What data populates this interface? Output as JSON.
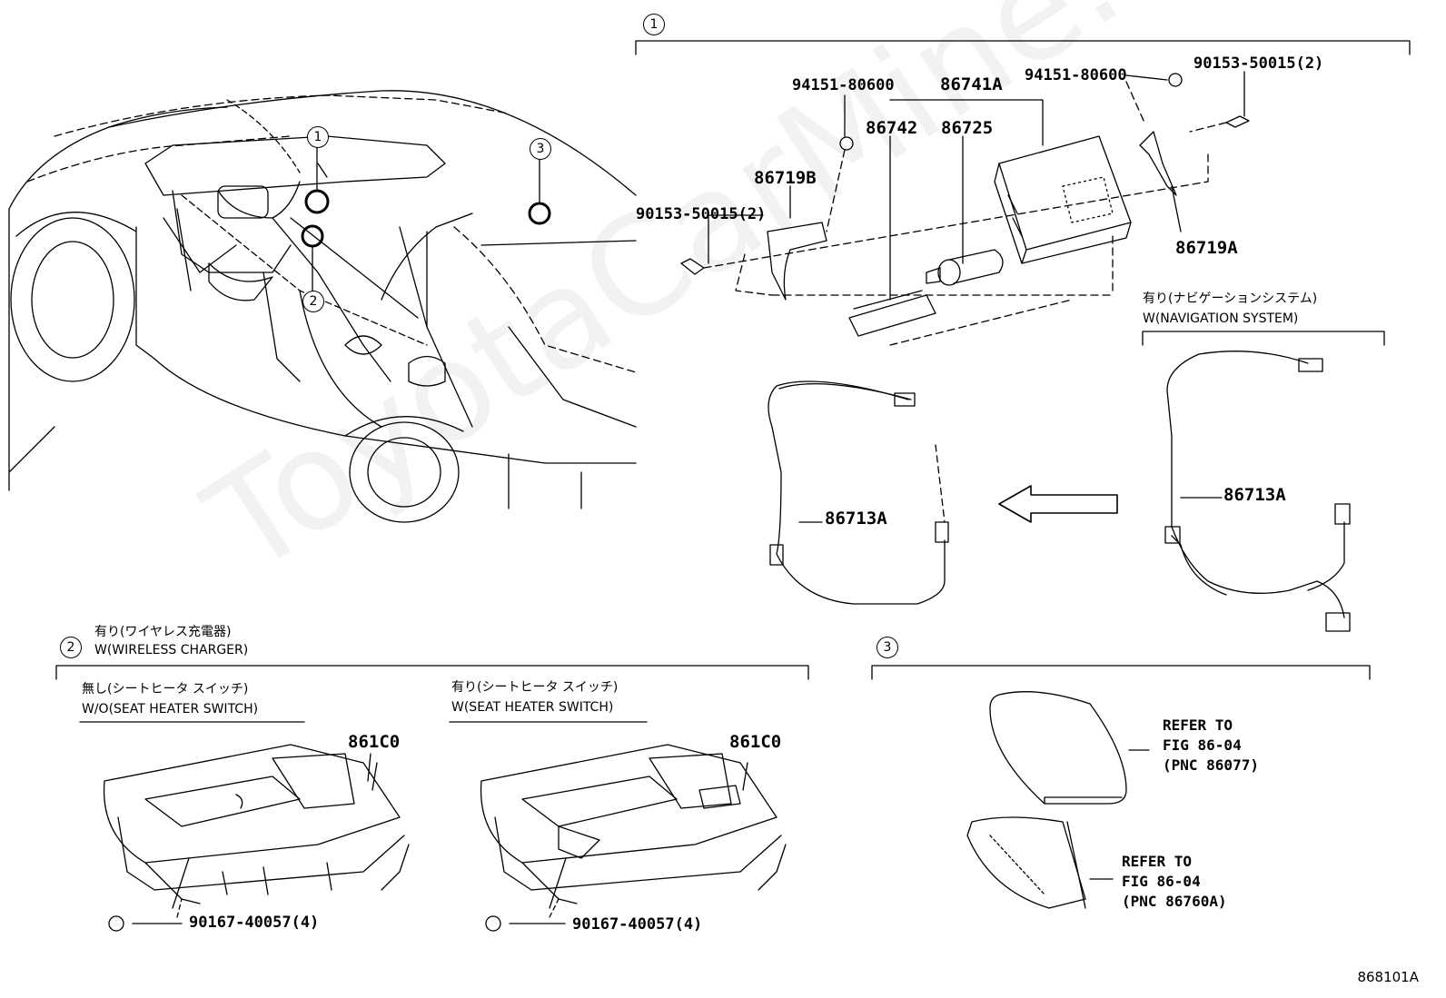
{
  "watermark": "ToyotaCarMine.ru",
  "diagram_code": "868101A",
  "markers": {
    "m1": "1",
    "m2": "2",
    "m3": "3"
  },
  "section1": {
    "parts": {
      "p94151_left": "94151-80600",
      "p94151_right": "94151-80600",
      "p90153_right": "90153-50015(2)",
      "p90153_left": "90153-50015(2)",
      "p86741A": "86741A",
      "p86742": "86742",
      "p86725": "86725",
      "p86719B": "86719B",
      "p86719A": "86719A",
      "p86713A_left": "86713A",
      "p86713A_right": "86713A"
    },
    "nav_condition_jp": "有り(ナビゲーションシステム)",
    "nav_condition_en": "W(NAVIGATION SYSTEM)"
  },
  "section2": {
    "condition_jp": "有り(ワイヤレス充電器)",
    "condition_en": "W(WIRELESS CHARGER)",
    "wo_seat_jp": "無し(シートヒータ スイッチ)",
    "wo_seat_en": "W/O(SEAT HEATER SWITCH)",
    "w_seat_jp": "有り(シートヒータ スイッチ)",
    "w_seat_en": "W(SEAT HEATER SWITCH)",
    "part_left": "861C0",
    "part_right": "861C0",
    "screw_left": "90167-40057(4)",
    "screw_right": "90167-40057(4)"
  },
  "section3": {
    "ref_upper": "REFER TO\nFIG 86-04\n(PNC 86077)",
    "ref_lower": "REFER TO\nFIG 86-04\n(PNC 86760A)"
  }
}
